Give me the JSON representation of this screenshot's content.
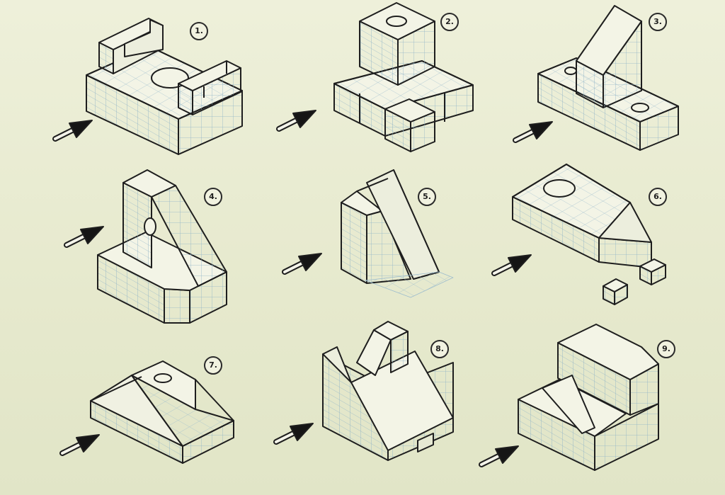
{
  "figures": [
    {
      "label": "1."
    },
    {
      "label": "2."
    },
    {
      "label": "3."
    },
    {
      "label": "4."
    },
    {
      "label": "5."
    },
    {
      "label": "6."
    },
    {
      "label": "7."
    },
    {
      "label": "8."
    },
    {
      "label": "9."
    }
  ],
  "colors": {
    "paper": "#e9ecd3",
    "ink": "#1e1e1e",
    "grid": "#8fb3c7",
    "face_top": "#f3f4e6",
    "face_left": "#eef0de",
    "face_right": "#e6e9d3"
  },
  "icons": [
    "view-direction-arrow-icon"
  ]
}
